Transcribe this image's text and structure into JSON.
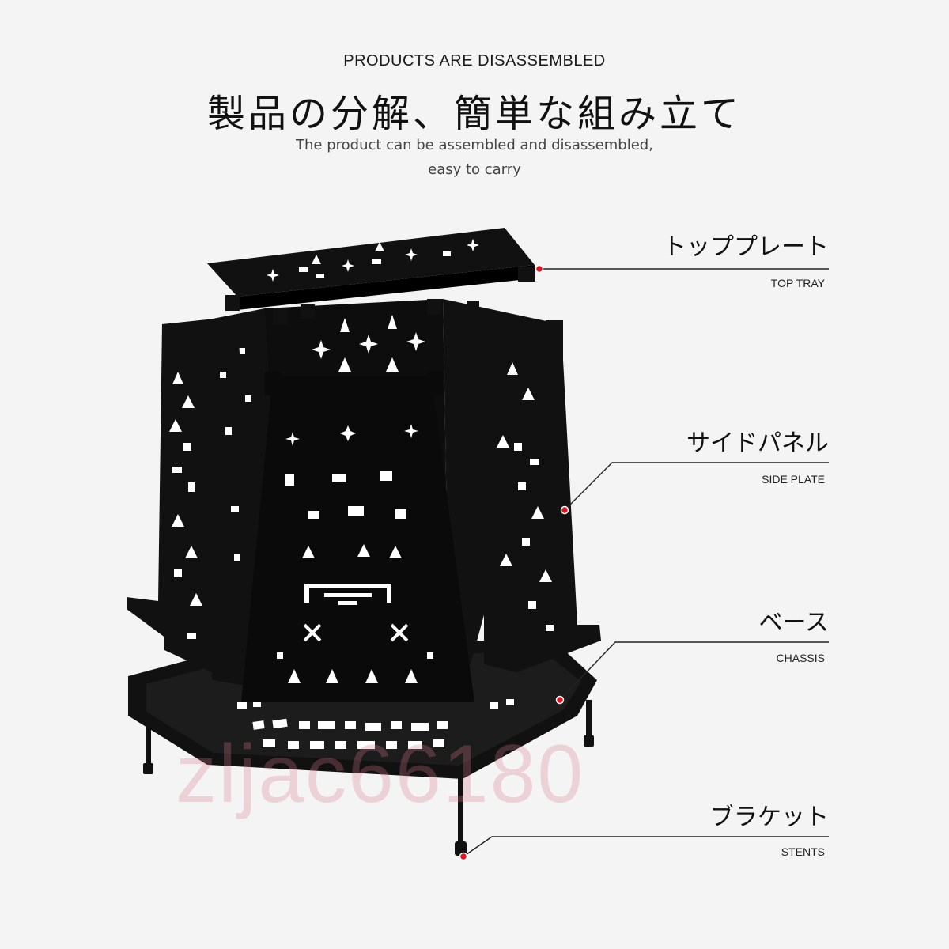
{
  "header": {
    "eyebrow": "PRODUCTS ARE DISASSEMBLED",
    "title_jp": "製品の分解、簡単な組み立て",
    "subtitle_line1": "The product can be assembled and disassembled,",
    "subtitle_line2": "easy to carry"
  },
  "callouts": [
    {
      "label_jp": "トッププレート",
      "label_en": "TOP TRAY"
    },
    {
      "label_jp": "サイドパネル",
      "label_en": "SIDE PLATE"
    },
    {
      "label_jp": "ベース",
      "label_en": "CHASSIS"
    },
    {
      "label_jp": "ブラケット",
      "label_en": "STENTS"
    }
  ],
  "watermark": "zljac66180",
  "colors": {
    "background": "#f4f4f4",
    "product": "#111111",
    "cutout": "#ffffff",
    "callout_dot": "#e0141e",
    "callout_line": "#222222"
  }
}
